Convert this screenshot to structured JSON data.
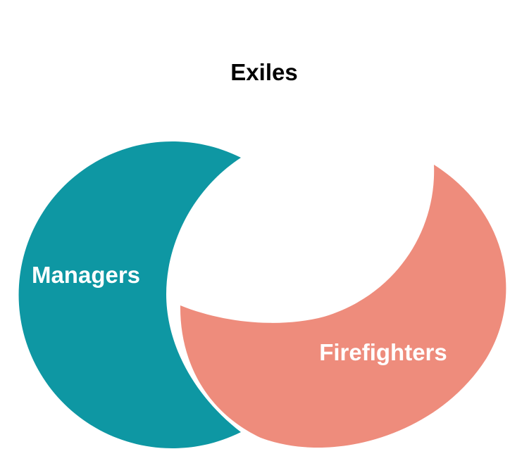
{
  "diagram": {
    "regions": [
      {
        "id": "exiles",
        "label": "Exiles",
        "color": "#ffffff",
        "text_color": "#000000"
      },
      {
        "id": "managers",
        "label": "Managers",
        "color": "#0e97a3",
        "text_color": "#ffffff"
      },
      {
        "id": "firefighters",
        "label": "Firefighters",
        "color": "#ee8c7c",
        "text_color": "#ffffff"
      }
    ]
  }
}
